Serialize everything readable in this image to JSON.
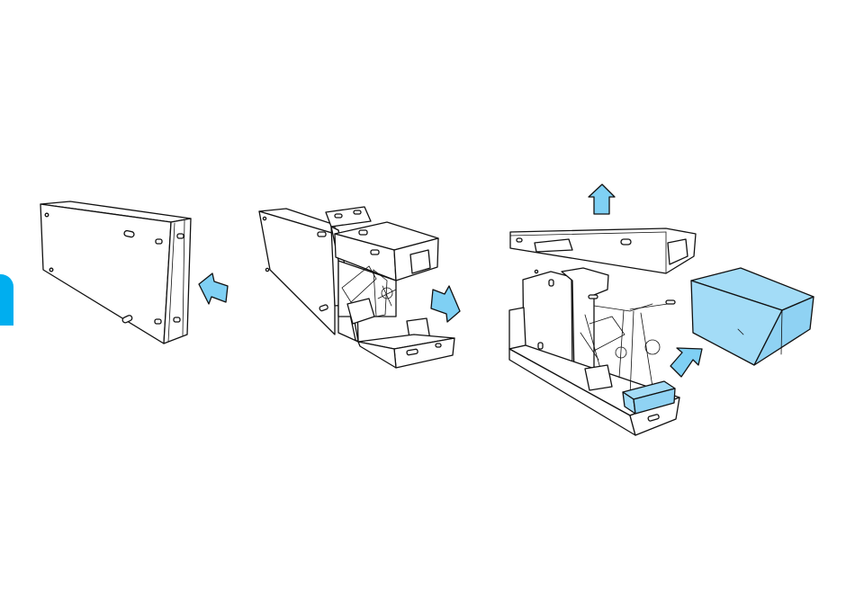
{
  "colors": {
    "tab": "#00aeef",
    "arrow": "#7fd0f4",
    "highlight_box": "#a3dcf7",
    "highlight_box_dark": "#8fd2f3",
    "outline": "#111111"
  },
  "side_tab": {
    "icon": "tab-marker"
  },
  "steps": [
    {
      "name": "closed-bike-box",
      "arrow_icon": "arrow-left-icon"
    },
    {
      "name": "opening-bike-box",
      "arrow_icon": "arrow-right-icon"
    },
    {
      "name": "unpacking-bike-box",
      "arrow_icons": [
        "arrow-up-icon",
        "arrow-up-right-icon"
      ]
    }
  ]
}
